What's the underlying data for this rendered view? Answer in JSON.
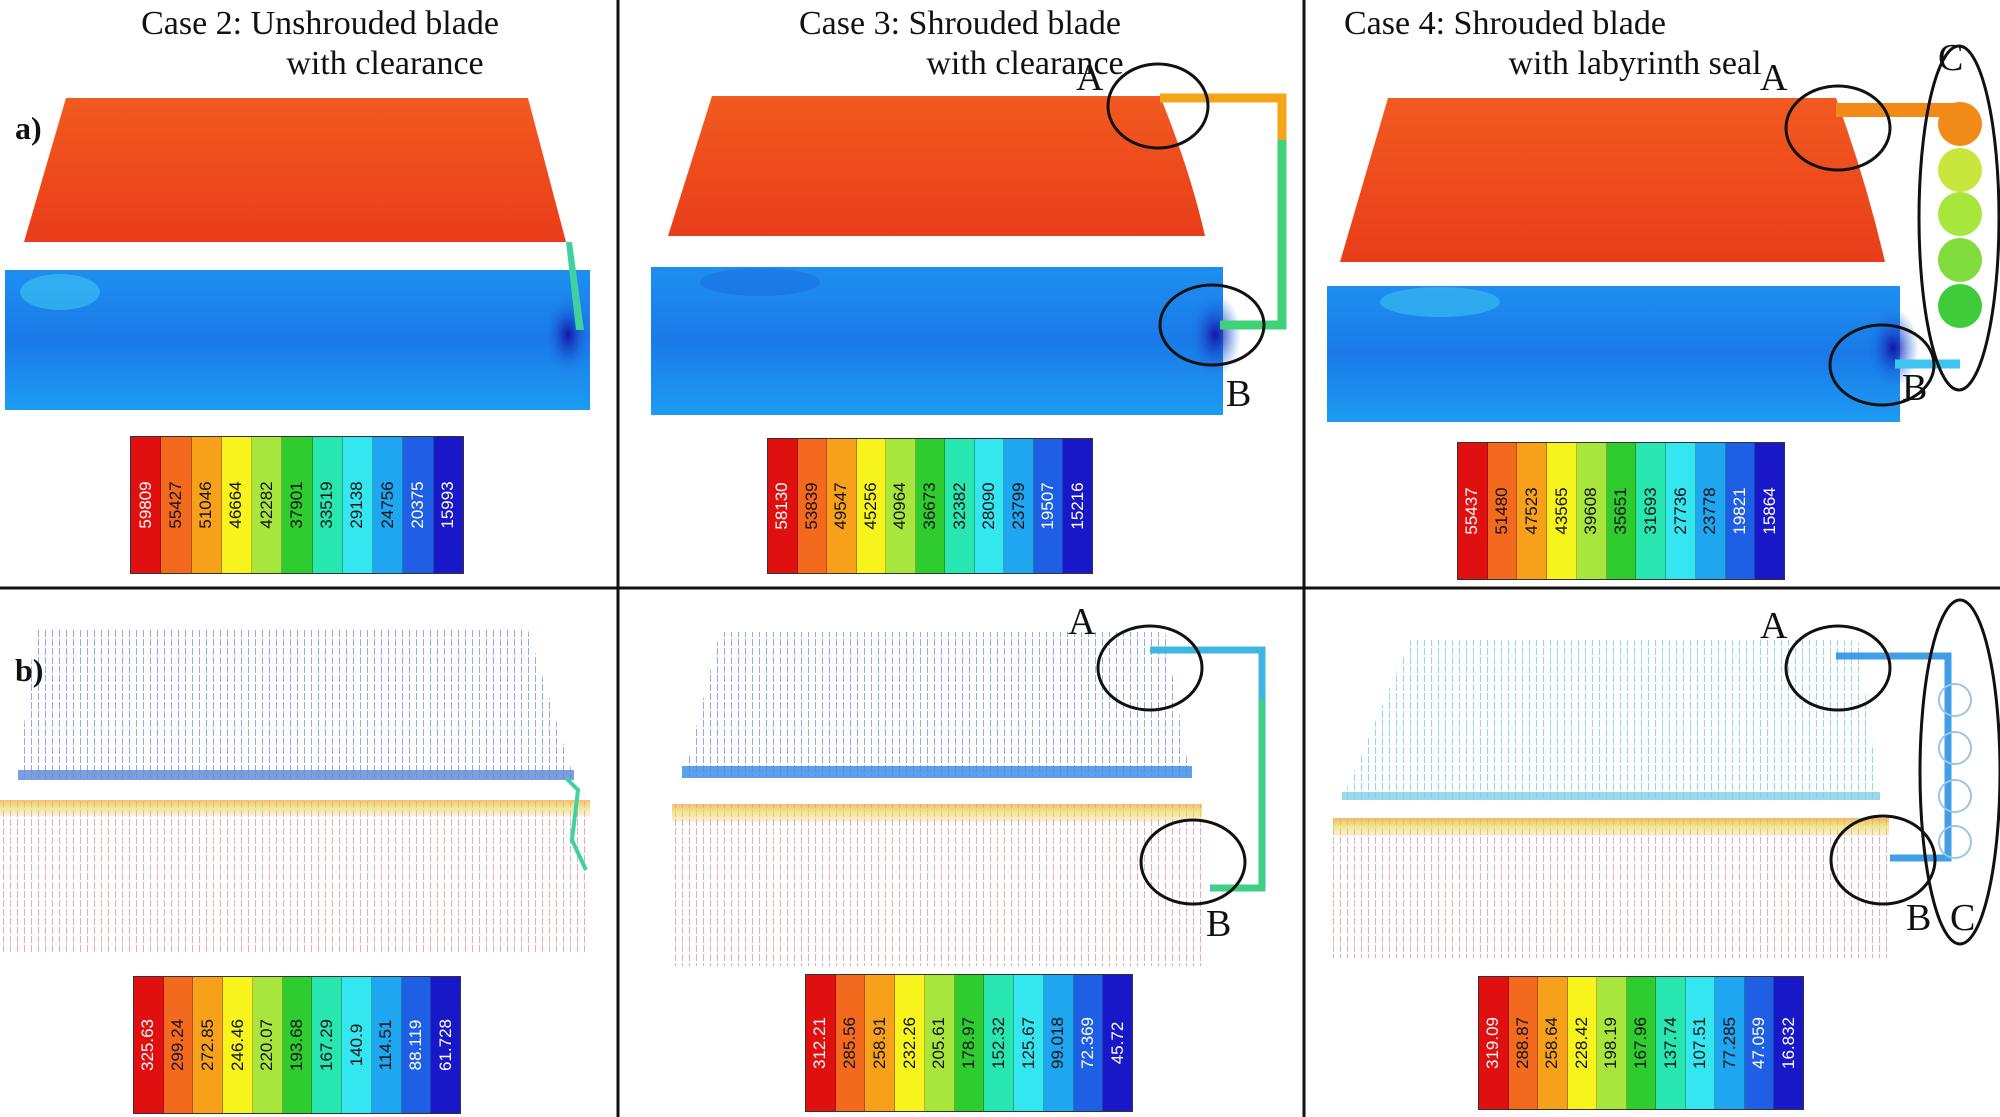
{
  "cases": [
    {
      "id": "case2",
      "title_line1": "Case 2: Unshrouded blade",
      "title_line2": "with clearance"
    },
    {
      "id": "case3",
      "title_line1": "Case 3: Shrouded blade",
      "title_line2": "with clearance"
    },
    {
      "id": "case4",
      "title_line1": "Case 4: Shrouded blade",
      "title_line2": "with labyrinth seal"
    }
  ],
  "rows": [
    {
      "id": "a",
      "label": "a)"
    },
    {
      "id": "b",
      "label": "b)"
    }
  ],
  "markers": {
    "a": "A",
    "b": "B",
    "c": "C"
  },
  "colormap": [
    "#e01010",
    "#f36a1e",
    "#f7a11a",
    "#f7f31c",
    "#a7e63c",
    "#2fcc2f",
    "#27e6b0",
    "#33e6f0",
    "#1fa6f0",
    "#1f5fe6",
    "#1818c8"
  ],
  "colorbars": {
    "a_case2": [
      "59809",
      "55427",
      "51046",
      "46664",
      "42282",
      "37901",
      "33519",
      "29138",
      "24756",
      "20375",
      "15993"
    ],
    "a_case3": [
      "58130",
      "53839",
      "49547",
      "45256",
      "40964",
      "36673",
      "32382",
      "28090",
      "23799",
      "19507",
      "15216"
    ],
    "a_case4": [
      "55437",
      "51480",
      "47523",
      "43565",
      "39608",
      "35651",
      "31693",
      "27736",
      "23778",
      "19821",
      "15864"
    ],
    "b_case2": [
      "325.63",
      "299.24",
      "272.85",
      "246.46",
      "220.07",
      "193.68",
      "167.29",
      "140.9",
      "114.51",
      "88.119",
      "61.728"
    ],
    "b_case3": [
      "312.21",
      "285.56",
      "258.91",
      "232.26",
      "205.61",
      "178.97",
      "152.32",
      "125.67",
      "99.018",
      "72.369",
      "45.72"
    ],
    "b_case4": [
      "319.09",
      "288.87",
      "258.64",
      "228.42",
      "198.19",
      "167.96",
      "137.74",
      "107.51",
      "77.285",
      "47.059",
      "16.832"
    ]
  }
}
